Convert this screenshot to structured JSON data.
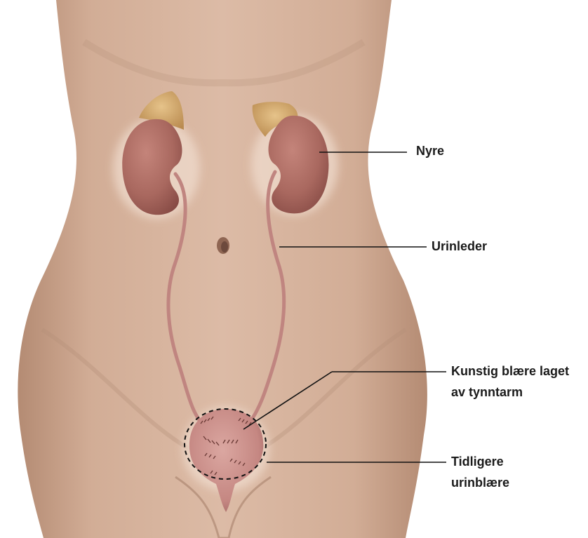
{
  "labels": {
    "kidney": "Nyre",
    "ureter": "Urinleder",
    "artificial_bladder_line1": "Kunstig blære laget",
    "artificial_bladder_line2": "av tynntarm",
    "former_bladder_line1": "Tidligere",
    "former_bladder_line2": "urinblære"
  },
  "colors": {
    "skin": "#d7b39b",
    "kidney": "#a9685f",
    "adrenal": "#d7ab6c",
    "ureter": "#be8179",
    "bladder": "#c98b86",
    "leader_line": "#111111"
  }
}
